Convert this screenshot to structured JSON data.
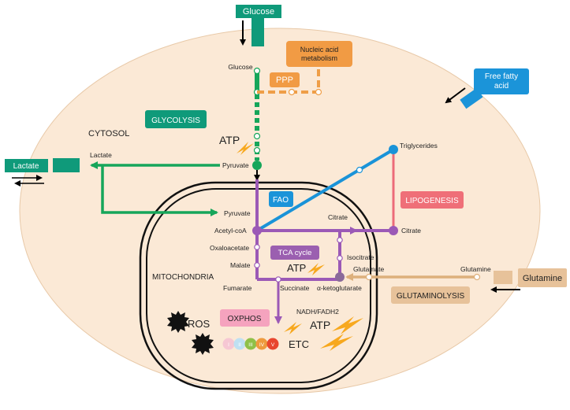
{
  "colors": {
    "cell_fill": "#fbe9d6",
    "teal": "#0f9a7a",
    "green": "#16a65a",
    "purple": "#9b59b6",
    "orange": "#ef9e47",
    "blue": "#1a93d8",
    "pink": "#ec6b79",
    "tan": "#ddb07c",
    "glycolysis_box": "#0f9a7a",
    "ppp_box": "#f19b44",
    "fao_box": "#1b94d9",
    "lipogenesis_box": "#ef6f78",
    "tca_box": "#9b5fb0",
    "oxphos_box": "#f5a3be",
    "glutaminolysis_box": "#e7c29a",
    "atp_bolt": "#f7a81e"
  },
  "transporters": {
    "glucose": "Glucose",
    "lactate": "Lactate",
    "free_fatty_acid": "Free fatty acid",
    "glutamine": "Glutamine"
  },
  "compartments": {
    "cytosol": "CYTOSOL",
    "mitochondria": "MITOCHONDRIA"
  },
  "pathways": {
    "glycolysis": "GLYCOLYSIS",
    "ppp": "PPP",
    "nucleic_acid": "Nucleic acid metabolism",
    "fao": "FAO",
    "lipogenesis": "LIPOGENESIS",
    "tca": "TCA cycle",
    "oxphos": "OXPHOS",
    "glutaminolysis": "GLUTAMINOLYSIS"
  },
  "metabolites": {
    "glucose": "Glucose",
    "lactate": "Lactate",
    "pyruvate_cyto": "Pyruvate",
    "pyruvate_mito": "Pyruvate",
    "triglycerides": "Triglycerides",
    "acetyl_coa": "Acetyl-coA",
    "citrate_mito": "Citrate",
    "citrate_cyto": "Citrate",
    "oxaloacetate": "Oxaloacetate",
    "malate": "Malate",
    "isocitrate": "Isocitrate",
    "glutamate": "Glutamate",
    "glutamine": "Glutamine",
    "fumarate": "Fumarate",
    "succinate": "Succinate",
    "alpha_kg": "α-ketoglutarate",
    "nadh": "NADH/FADH2"
  },
  "energy": {
    "atp_cyto": "ATP",
    "atp_tca": "ATP",
    "atp_etc": "ATP",
    "ros": "ROS",
    "etc": "ETC"
  },
  "etc_complexes": [
    {
      "label": "I",
      "color": "#f6c7d3"
    },
    {
      "label": "II",
      "color": "#bfe0f2"
    },
    {
      "label": "III",
      "color": "#8fc048"
    },
    {
      "label": "IV",
      "color": "#ee9a3e"
    },
    {
      "label": "V",
      "color": "#e8452e"
    }
  ]
}
